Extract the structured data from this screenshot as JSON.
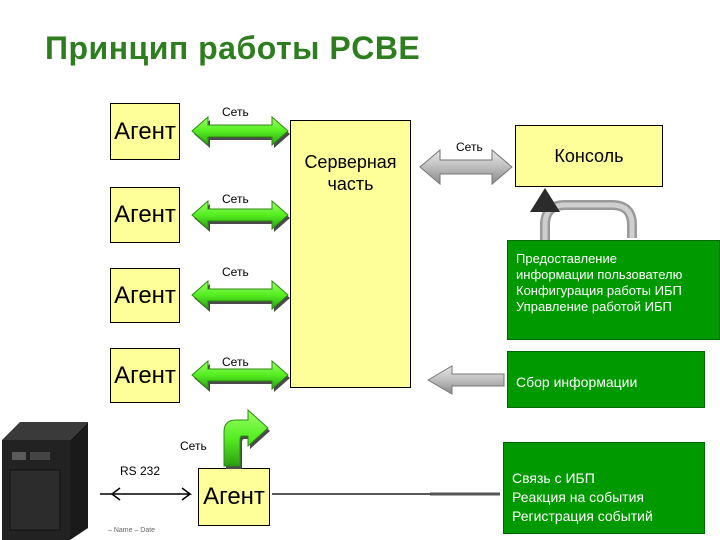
{
  "title": "Принцип работы PCBE",
  "network_label": "Сеть",
  "agents": [
    "Агент",
    "Агент",
    "Агент",
    "Агент"
  ],
  "server_box": {
    "line1": "Серверная",
    "line2": "часть"
  },
  "console_box": "Консоль",
  "panel_management": [
    "Предоставление",
    "информации пользователю",
    "Конфигурация работы ИБП",
    "Управление работой ИБП"
  ],
  "panel_collection": "Сбор информации",
  "panel_ups": [
    "Связь с ИБП",
    "Реакция на события",
    "Регистрация событий"
  ],
  "local_agent": "Агент",
  "rs232_label": "RS 232",
  "footer": "– Name – Date",
  "colors": {
    "title": "#2e7d1f",
    "box_fill": "#ffff99",
    "arrow_fill": "#66ff33",
    "panel_fill": "#009900"
  }
}
